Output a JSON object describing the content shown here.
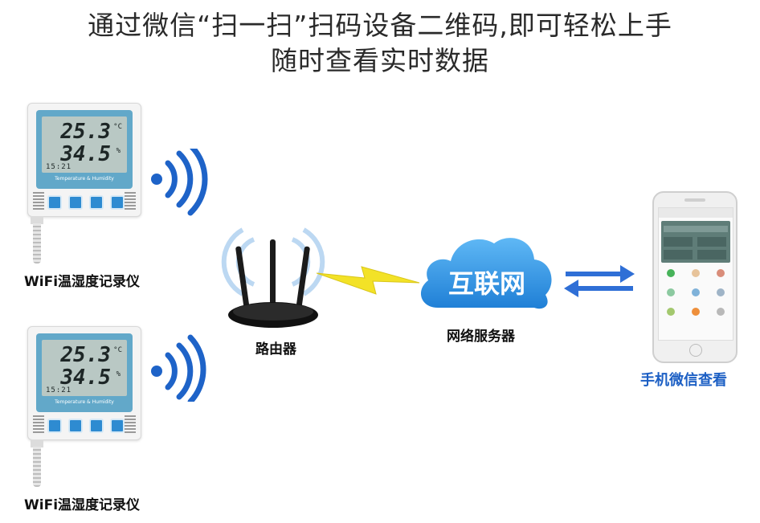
{
  "title": {
    "line1": "通过微信“扫一扫”扫码设备二维码,即可轻松上手",
    "line2": "随时查看实时数据"
  },
  "devices": [
    {
      "label": "WiFi温湿度记录仪",
      "temperature": "25.3",
      "temp_unit": "°C",
      "humidity": "34.5",
      "hum_unit": "%",
      "clock": "15:21",
      "subtitle": "Temperature & Humidity"
    },
    {
      "label": "WiFi温湿度记录仪",
      "temperature": "25.3",
      "temp_unit": "°C",
      "humidity": "34.5",
      "hum_unit": "%",
      "clock": "15:21",
      "subtitle": "Temperature & Humidity"
    }
  ],
  "router": {
    "label": "路由器"
  },
  "cloud": {
    "text": "互联网",
    "label": "网络服务器"
  },
  "phone": {
    "label": "手机微信查看"
  },
  "colors": {
    "wifi_blue": "#1e63c8",
    "cloud_blue": "#3b9fe8",
    "bolt_yellow": "#f3e227",
    "phone_label": "#1c5fc4",
    "arrow_blue": "#2f6fd6"
  }
}
